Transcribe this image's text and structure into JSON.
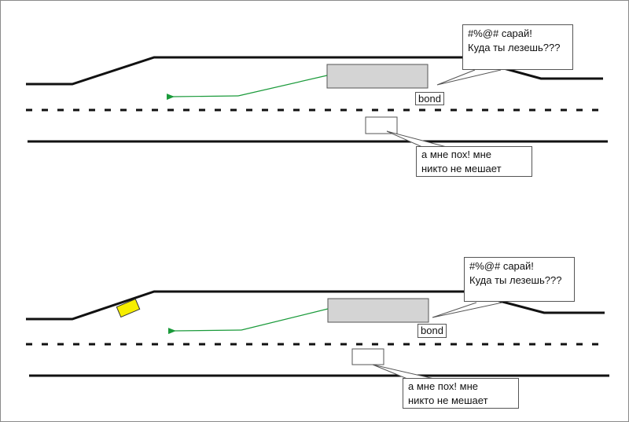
{
  "colors": {
    "road": "#111111",
    "truck_fill": "#d4d4d4",
    "car_fill": "#ffffff",
    "yellow_car_fill": "#f6ee00",
    "arrow": "#1a9a3a"
  },
  "panels": [
    {
      "truck_speech": {
        "line1": "#%@# сарай!",
        "line2": "Куда ты лезешь???"
      },
      "truck_tag": "bond",
      "car_speech": {
        "line1": "а мне пох! мне",
        "line2": "никто не мешает"
      }
    },
    {
      "truck_speech": {
        "line1": "#%@# сарай!",
        "line2": "Куда ты лезешь???"
      },
      "truck_tag": "bond",
      "car_speech": {
        "line1": "а мне пох! мне",
        "line2": "никто не мешает"
      }
    }
  ]
}
